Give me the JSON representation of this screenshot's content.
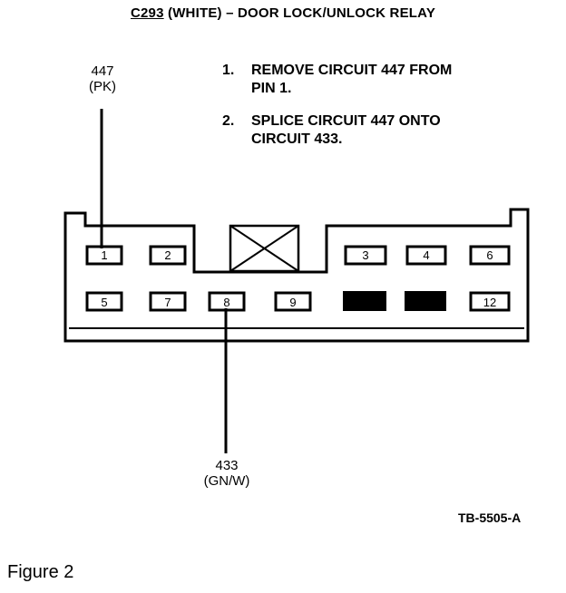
{
  "title": {
    "connector": "C293",
    "rest": " (WHITE) – DOOR LOCK/UNLOCK RELAY"
  },
  "wire_top": {
    "circuit": "447",
    "color": "(PK)"
  },
  "wire_bottom": {
    "circuit": "433",
    "color": "(GN/W)"
  },
  "instructions": [
    {
      "num": "1.",
      "line1": "REMOVE CIRCUIT 447 FROM",
      "line2": "PIN 1."
    },
    {
      "num": "2.",
      "line1": "SPLICE CIRCUIT 447 ONTO",
      "line2": "CIRCUIT 433."
    }
  ],
  "pins": {
    "row1": [
      "1",
      "2",
      "3",
      "4",
      "6"
    ],
    "row2": [
      "5",
      "7",
      "8",
      "9",
      "12"
    ]
  },
  "drawing_code": "TB-5505-A",
  "caption": "Figure 2"
}
